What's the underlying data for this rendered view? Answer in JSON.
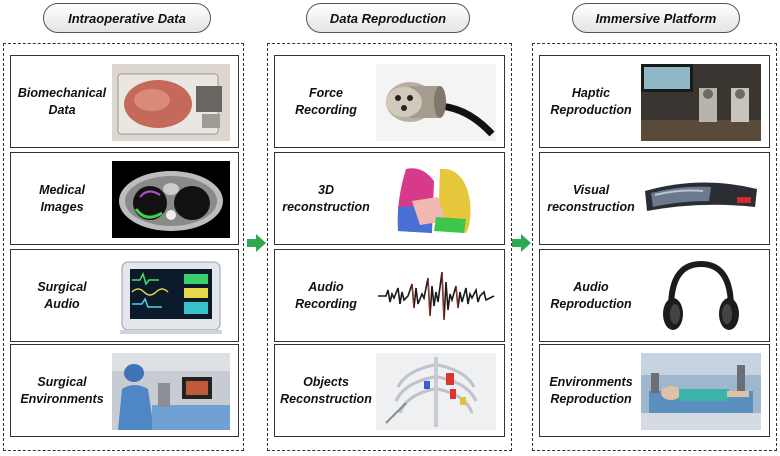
{
  "columns": [
    {
      "title": "Intraoperative Data",
      "items": [
        {
          "label": "Biomechanical\nData",
          "icon": "tissue-sample-photo"
        },
        {
          "label": "Medical\nImages",
          "icon": "ct-scan-photo"
        },
        {
          "label": "Surgical\nAudio",
          "icon": "patient-monitor-photo"
        },
        {
          "label": "Surgical\nEnvironments",
          "icon": "operating-room-photo"
        }
      ]
    },
    {
      "title": "Data Reproduction",
      "items": [
        {
          "label": "Force\nRecording",
          "icon": "force-sensor-photo"
        },
        {
          "label": "3D\nreconstruction",
          "icon": "lung-3d-model"
        },
        {
          "label": "Audio\nRecording",
          "icon": "audio-waveform"
        },
        {
          "label": "Objects\nReconstruction",
          "icon": "ribcage-3d-model"
        }
      ]
    },
    {
      "title": "Immersive Platform",
      "items": [
        {
          "label": "Haptic\nReproduction",
          "icon": "haptic-devices-photo"
        },
        {
          "label": "Visual\nreconstruction",
          "icon": "vr-headset-photo"
        },
        {
          "label": "Audio\nReproduction",
          "icon": "headphones-photo"
        },
        {
          "label": "Environments\nReproduction",
          "icon": "virtual-surgery-scene"
        }
      ]
    }
  ],
  "colors": {
    "arrow": "#2fa84f",
    "border": "#333333"
  }
}
